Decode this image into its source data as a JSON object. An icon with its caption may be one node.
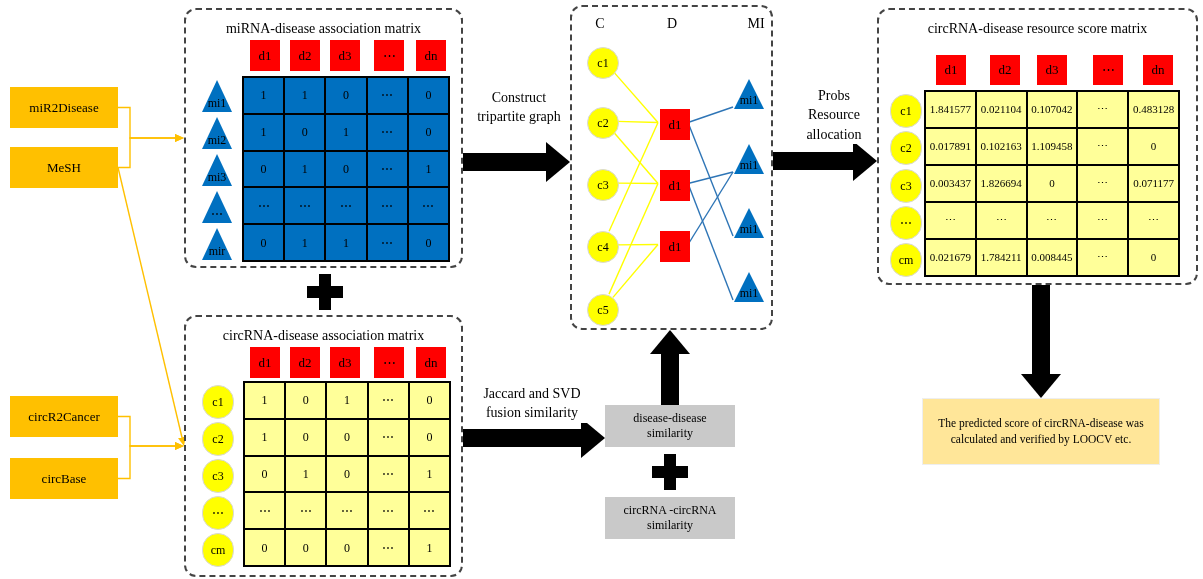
{
  "diagram": {
    "nodes": [
      {
        "text": [
          "miR2Disease"
        ]
      },
      {
        "text": [
          "MeSH"
        ]
      },
      {
        "text": [
          "circR2Cancer"
        ]
      },
      {
        "text": [
          "circBase"
        ]
      },
      {
        "text": [
          "miRNA-disease association matrix"
        ]
      },
      {
        "text": [
          "d1"
        ],
        "in": 4
      },
      {
        "text": [
          "d2"
        ],
        "in": 4
      },
      {
        "text": [
          "d3"
        ],
        "in": 4
      },
      {
        "text": [
          "⋯"
        ],
        "in": 4
      },
      {
        "text": [
          "dn"
        ],
        "in": 4
      },
      {
        "text": [
          "mi1"
        ],
        "in": 4
      },
      {
        "text": [
          "mi2"
        ],
        "in": 4
      },
      {
        "text": [
          "mi3"
        ],
        "in": 4
      },
      {
        "text": [
          "⋯"
        ],
        "in": 4
      },
      {
        "text": [
          "mir"
        ],
        "in": 4
      },
      {
        "text": [
          "circRNA-disease association matrix"
        ]
      },
      {
        "text": [
          "d1"
        ],
        "in": 15
      },
      {
        "text": [
          "d2"
        ],
        "in": 15
      },
      {
        "text": [
          "d3"
        ],
        "in": 15
      },
      {
        "text": [
          "⋯"
        ],
        "in": 15
      },
      {
        "text": [
          "dn"
        ],
        "in": 15
      },
      {
        "text": [
          "c1"
        ],
        "in": 15
      },
      {
        "text": [
          "c2"
        ],
        "in": 15
      },
      {
        "text": [
          "c3"
        ],
        "in": 15
      },
      {
        "text": [
          "⋯"
        ],
        "in": 15
      },
      {
        "text": [
          "cm"
        ],
        "in": 15
      },
      {
        "text": [],
        "shape": "box"
      },
      {
        "text": [
          "c1"
        ],
        "in": 26
      },
      {
        "text": [
          "c2"
        ],
        "in": 26
      },
      {
        "text": [
          "c3"
        ],
        "in": 26
      },
      {
        "text": [
          "c4"
        ],
        "in": 26
      },
      {
        "text": [
          "c5"
        ],
        "in": 26
      },
      {
        "text": [
          "d1"
        ],
        "in": 26
      },
      {
        "text": [
          "d1"
        ],
        "in": 26
      },
      {
        "text": [
          "d1"
        ],
        "in": 26
      },
      {
        "text": [
          "mi1"
        ],
        "in": 26
      },
      {
        "text": [
          "mi1"
        ],
        "in": 26
      },
      {
        "text": [
          "mi1"
        ],
        "in": 26
      },
      {
        "text": [
          "mi1"
        ],
        "in": 26
      },
      {
        "text": [
          "disease-disease similarity"
        ]
      },
      {
        "text": [
          "circRNA -circRNA similarity"
        ]
      },
      {
        "text": [
          "circRNA-disease resource score matrix"
        ]
      },
      {
        "text": [
          "d1"
        ],
        "in": 41
      },
      {
        "text": [
          "d2"
        ],
        "in": 41
      },
      {
        "text": [
          "d3"
        ],
        "in": 41
      },
      {
        "text": [
          "⋯"
        ],
        "in": 41
      },
      {
        "text": [
          "dn"
        ],
        "in": 41
      },
      {
        "text": [
          "c1"
        ],
        "in": 41
      },
      {
        "text": [
          "c2"
        ],
        "in": 41
      },
      {
        "text": [
          "c3"
        ],
        "in": 41
      },
      {
        "text": [
          "⋯"
        ],
        "in": 41
      },
      {
        "text": [
          "cm"
        ],
        "in": 41
      },
      {
        "text": [
          "The predicted score of circRNA-disease was calculated and verified by LOOCV etc."
        ]
      }
    ],
    "edges": [
      {
        "from": 0,
        "to": 4,
        "arrow": "to",
        "color": "#ffc000"
      },
      {
        "from": 1,
        "to": 4,
        "arrow": "to",
        "color": "#ffc000"
      },
      {
        "from": 1,
        "to": 15,
        "arrow": "to",
        "color": "#ffc000"
      },
      {
        "from": 2,
        "to": 15,
        "arrow": "to",
        "color": "#ffc000"
      },
      {
        "from": 3,
        "to": 15,
        "arrow": "to",
        "color": "#ffc000"
      },
      {
        "from": 4,
        "to": 26,
        "arrow": "to",
        "label": "Construct tripartite graph",
        "style": "thick",
        "color": "#000000"
      },
      {
        "from": 15,
        "to": 39,
        "arrow": "to",
        "label": "Jaccard and SVD fusion similarity",
        "style": "thick",
        "color": "#000000"
      },
      {
        "from": 39,
        "to": 26,
        "arrow": "to",
        "style": "thick",
        "color": "#000000"
      },
      {
        "from": 26,
        "to": 41,
        "arrow": "to",
        "label": "Probs Resource allocation",
        "style": "thick",
        "color": "#000000"
      },
      {
        "from": 41,
        "to": 52,
        "arrow": "to",
        "style": "thick",
        "color": "#000000"
      },
      {
        "from": 27,
        "to": 32,
        "arrow": "none"
      },
      {
        "from": 28,
        "to": 32,
        "arrow": "none"
      },
      {
        "from": 28,
        "to": 33,
        "arrow": "none"
      },
      {
        "from": 29,
        "to": 33,
        "arrow": "none"
      },
      {
        "from": 30,
        "to": 32,
        "arrow": "none"
      },
      {
        "from": 30,
        "to": 34,
        "arrow": "none"
      },
      {
        "from": 31,
        "to": 33,
        "arrow": "none"
      },
      {
        "from": 31,
        "to": 34,
        "arrow": "none"
      },
      {
        "from": 32,
        "to": 35,
        "arrow": "none",
        "color": "#2e75b6"
      },
      {
        "from": 32,
        "to": 37,
        "arrow": "none",
        "color": "#2e75b6"
      },
      {
        "from": 33,
        "to": 36,
        "arrow": "none",
        "color": "#2e75b6"
      },
      {
        "from": 33,
        "to": 38,
        "arrow": "none",
        "color": "#2e75b6"
      },
      {
        "from": 34,
        "to": 36,
        "arrow": "none",
        "color": "#2e75b6"
      }
    ],
    "labels": [
      "1",
      "1",
      "0",
      "⋯",
      "0",
      "1",
      "0",
      "1",
      "⋯",
      "0",
      "0",
      "1",
      "0",
      "⋯",
      "1",
      "⋯",
      "⋯",
      "⋯",
      "⋯",
      "⋯",
      "0",
      "1",
      "1",
      "⋯",
      "0",
      "C",
      "D",
      "MI",
      "1.841577",
      "0.021104",
      "0.107042",
      "⋯",
      "0.483128",
      "0.017891",
      "0.102163",
      "1.109458",
      "⋯",
      "0",
      "0.003437",
      "1.826694",
      "0",
      "⋯",
      "0.071177",
      "⋯",
      "⋯",
      "⋯",
      "⋯",
      "⋯",
      "0.021679",
      "1.784211",
      "0.008445",
      "⋯",
      "0",
      "1",
      "0",
      "1",
      "⋯",
      "0",
      "1",
      "0",
      "0",
      "⋯",
      "0",
      "0",
      "1",
      "0",
      "⋯",
      "1",
      "⋯",
      "⋯",
      "⋯",
      "⋯",
      "⋯",
      "0",
      "0",
      "0",
      "⋯",
      "1"
    ]
  }
}
